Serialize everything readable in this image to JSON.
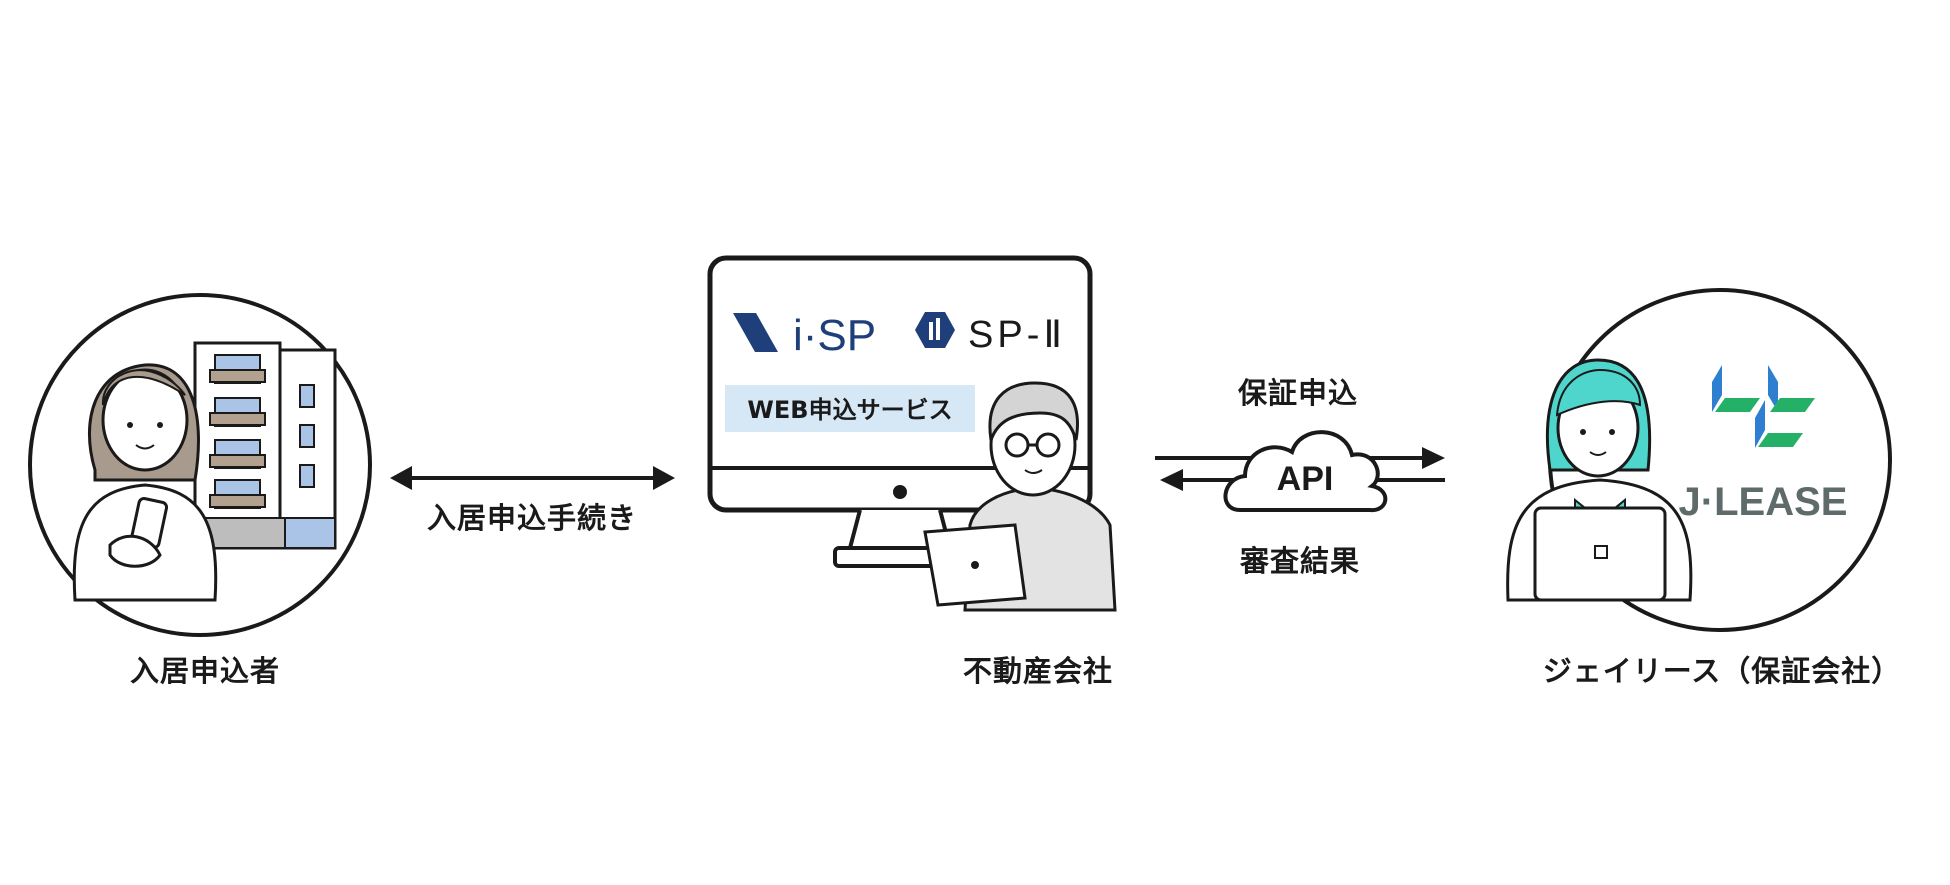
{
  "actors": {
    "applicant": {
      "label": "入居申込者"
    },
    "realestate": {
      "label": "不動産会社"
    },
    "guarantor": {
      "label": "ジェイリース（保証会社）"
    }
  },
  "flows": {
    "left": {
      "label": "入居申込手続き"
    },
    "api_top": {
      "label": "保証申込"
    },
    "api_bottom": {
      "label": "審査結果"
    },
    "api_cloud": {
      "label": "API"
    }
  },
  "monitor": {
    "logo_isp": "i·SP",
    "logo_sp2": "SP-Ⅱ",
    "service_label": "WEB申込サービス"
  },
  "jlease": {
    "logo_text": "J·LEASE"
  },
  "colors": {
    "outline": "#1a1a1a",
    "hair": "#a89a8c",
    "navy": "#1f3f7a",
    "service_bg": "#d6e8f6",
    "window_blue": "#a9c4e6",
    "jlease_blue": "#2e7fcf",
    "jlease_green": "#25b067",
    "jlease_text": "#5f6a6a",
    "teal": "#4fd6cc",
    "gray_fill": "#d9d9d9"
  }
}
